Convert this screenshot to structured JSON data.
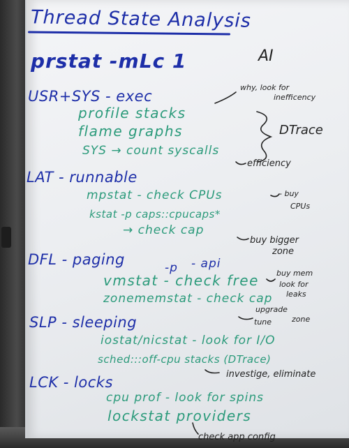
{
  "title": "Thread State Analysis",
  "command": "prstat -mLc 1",
  "ai_label": "AI",
  "usr_sys": {
    "header": "USR+SYS - exec",
    "profile": "profile stacks",
    "flame": "flame graphs",
    "sys": "SYS → count syscalls",
    "note_why": "why, look for",
    "note_ineff": "inefficency",
    "dtrace": "DTrace",
    "note_eff": "efficiency"
  },
  "lat": {
    "header": "LAT - runnable",
    "mpstat": "mpstat  - check CPUs",
    "kstat": "kstat -p caps::cpucaps*",
    "checkcap": "→ check cap",
    "note_buy": "- buy",
    "note_cpus": "CPUs",
    "note_bigger": "buy bigger",
    "note_zone": "zone"
  },
  "dfl": {
    "header": "DFL - paging",
    "p": "-p",
    "api": "- api",
    "vmstat": "vmstat  - check free",
    "zonememstat": "zonememstat - check cap",
    "note_buymem": "buy mem",
    "note_lookfor": "look for",
    "note_leaks": "leaks",
    "note_upgrade": "upgrade",
    "note_zone": "zone",
    "note_tune": "tune"
  },
  "slp": {
    "header": "SLP - sleeping",
    "iostat": "iostat/nicstat - look for I/O",
    "sched": "sched:::off-cpu stacks (DTrace)",
    "note": "investige, eliminate"
  },
  "lck": {
    "header": "LCK - locks",
    "cpuprof": "cpu prof - look for spins",
    "lockstat": "lockstat providers",
    "note": "check app config"
  },
  "colors": {
    "blue_marker": "#1d2ea8",
    "teal_marker": "#2a9a7a",
    "black_marker": "#222222",
    "board": "#eceef1"
  }
}
